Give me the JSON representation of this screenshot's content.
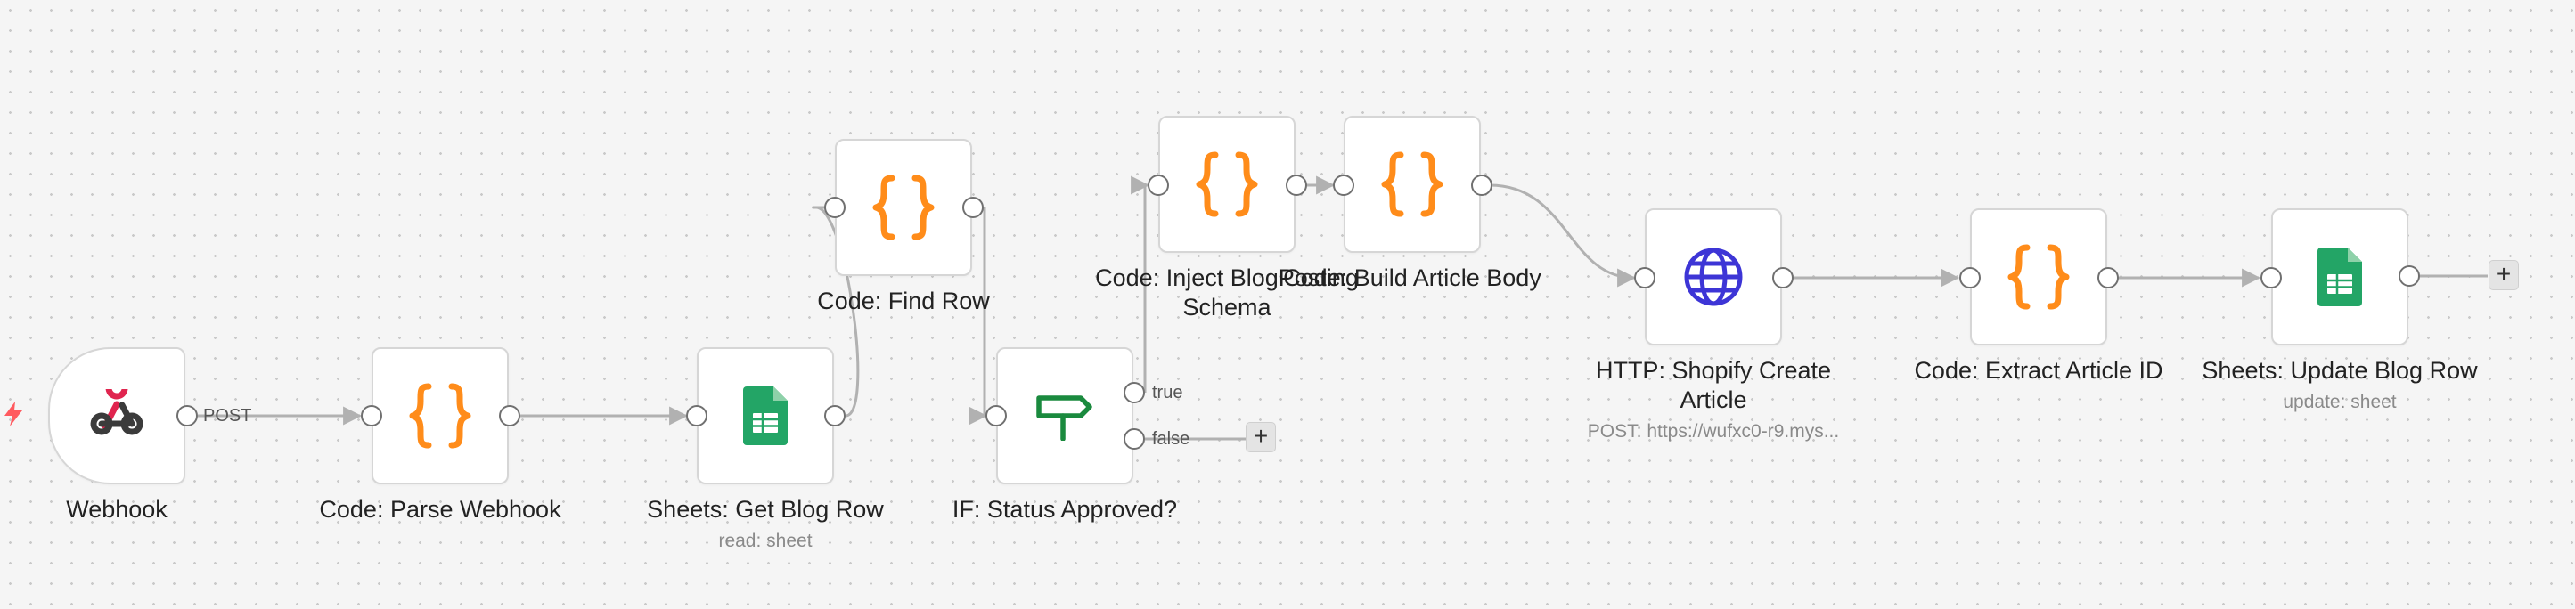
{
  "nodes": {
    "webhook": {
      "label": "Webhook",
      "edge_label": "POST"
    },
    "parse_webhook": {
      "label": "Code: Parse Webhook"
    },
    "get_blog_row": {
      "label": "Sheets: Get Blog Row",
      "sublabel": "read: sheet"
    },
    "find_row": {
      "label": "Code: Find Row"
    },
    "status_approved": {
      "label": "IF: Status Approved?",
      "true_label": "true",
      "false_label": "false"
    },
    "inject_schema": {
      "label": "Code: Inject BlogPosting Schema"
    },
    "build_body": {
      "label": "Code: Build Article Body"
    },
    "shopify_create": {
      "label": "HTTP: Shopify Create Article",
      "sublabel": "POST: https://wufxc0-r9.mys..."
    },
    "extract_id": {
      "label": "Code: Extract Article ID"
    },
    "update_blog_row": {
      "label": "Sheets: Update Blog Row",
      "sublabel": "update: sheet"
    }
  },
  "add_button": "+",
  "colors": {
    "code_orange": "#ff8c1a",
    "sheets_green": "#23a566",
    "http_blue": "#3d35d6",
    "if_green": "#1a8a3e",
    "webhook_red": "#e0254f",
    "trigger_bolt": "#ff5a5f"
  }
}
